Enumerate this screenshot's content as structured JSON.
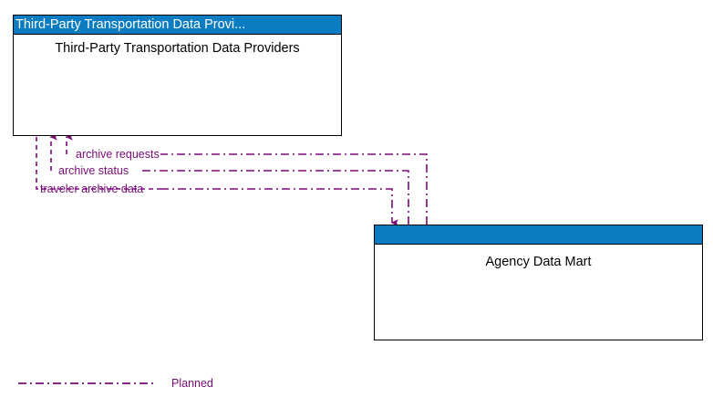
{
  "diagram": {
    "type": "data-flow-diagram",
    "colors": {
      "node_header": "#0b7cc1",
      "node_header_text": "#ffffff",
      "node_border": "#000000",
      "node_fill": "#ffffff",
      "flow_planned": "#7a0a78",
      "background": "#ffffff"
    },
    "nodes": [
      {
        "id": "third-party-transportation-data-providers",
        "titlebar": "Third-Party Transportation Data Provi...",
        "label": "Third-Party Transportation Data Providers"
      },
      {
        "id": "agency-data-mart",
        "titlebar": "",
        "label": "Agency Data Mart"
      }
    ],
    "flows": [
      {
        "id": "archive-requests",
        "label": "archive requests",
        "from": "agency-data-mart",
        "to": "third-party-transportation-data-providers",
        "status": "Planned"
      },
      {
        "id": "archive-status",
        "label": "archive status",
        "from": "agency-data-mart",
        "to": "third-party-transportation-data-providers",
        "status": "Planned"
      },
      {
        "id": "traveler-archive-data",
        "label": "traveler archive data",
        "from": "third-party-transportation-data-providers",
        "to": "agency-data-mart",
        "status": "Planned"
      }
    ]
  },
  "legend": {
    "items": [
      {
        "id": "planned",
        "label": "Planned",
        "line_style": "dash-dot",
        "color": "#7a0a78"
      }
    ]
  }
}
